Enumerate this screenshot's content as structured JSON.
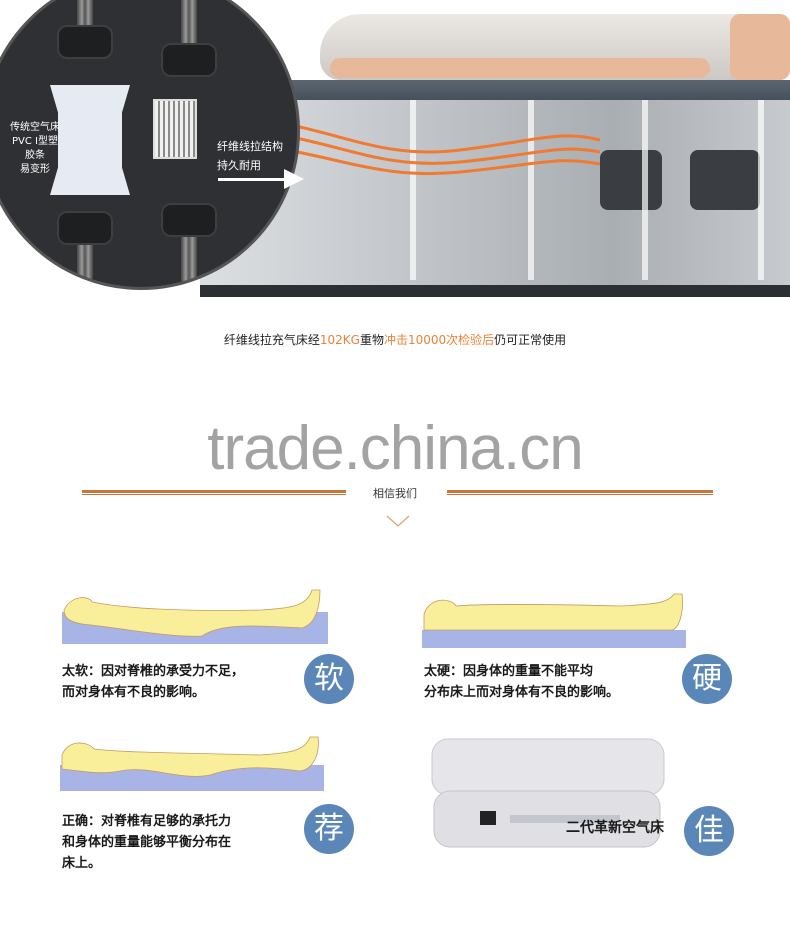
{
  "hero": {
    "left_label": [
      "传统空气床",
      "PVC I型塑",
      "胶条",
      "易变形"
    ],
    "right_label": [
      "纤维线拉结构",
      "持久耐用"
    ]
  },
  "caption": {
    "part1": "纤维线拉充气床经",
    "part2": "102KG",
    "part3": "重物",
    "part4": "冲击10000次检验后",
    "part5": "仍可正常使用"
  },
  "watermark": "trade.china.cn",
  "section": {
    "title": "相信我们",
    "accent_color": "#c8763c"
  },
  "cards": [
    {
      "text_line1": "太软：因对脊椎的承受力不足，",
      "text_line2": "而对身体有不良的影响。",
      "badge": "软"
    },
    {
      "text_line1": "太硬：因身体的重量不能平均",
      "text_line2": "分布床上而对身体有不良的影响。",
      "badge": "硬"
    },
    {
      "text_line1": "正确：对脊椎有足够的承托力",
      "text_line2": "和身体的重量能够平衡分布在",
      "text_line3": "床上。",
      "badge": "荐"
    },
    {
      "caption": "二代革新空气床",
      "badge": "佳"
    }
  ],
  "colors": {
    "badge": "#5a87b7",
    "mattress": "#a9b4e6",
    "body": "#f9ef9a",
    "orange": "#e8833a"
  }
}
